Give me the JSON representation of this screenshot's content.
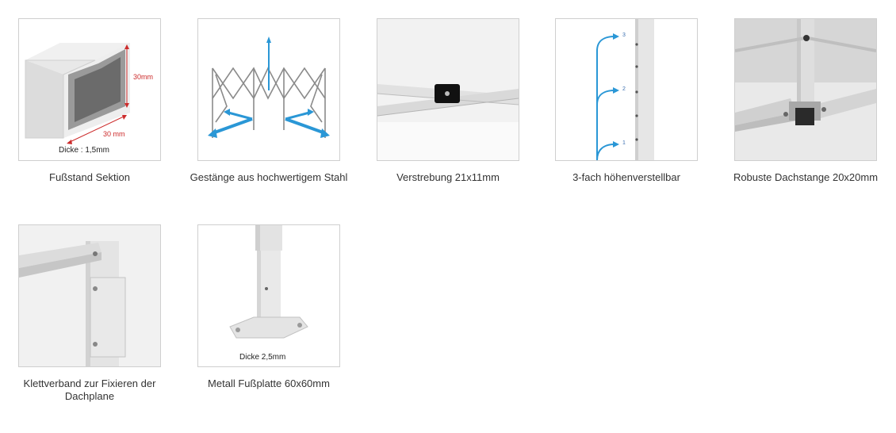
{
  "colors": {
    "accent_blue": "#2a97d6",
    "dimension_red": "#cc2b2b",
    "border": "#cfcfcf"
  },
  "items": [
    {
      "caption": "Fußstand Sektion",
      "overlay": "Dicke : 1,5mm",
      "dim_h": "30mm",
      "dim_w": "30 mm"
    },
    {
      "caption": "Gestänge aus hochwertigem Stahl"
    },
    {
      "caption": "Verstrebung 21x11mm"
    },
    {
      "caption": "3-fach höhenverstellbar",
      "levels": [
        "3",
        "2",
        "1"
      ]
    },
    {
      "caption": "Robuste Dachstange 20x20mm"
    },
    {
      "caption": "Klettverband zur Fixieren der Dachplane"
    },
    {
      "caption": "Metall Fußplatte 60x60mm",
      "overlay": "Dicke 2,5mm"
    }
  ]
}
